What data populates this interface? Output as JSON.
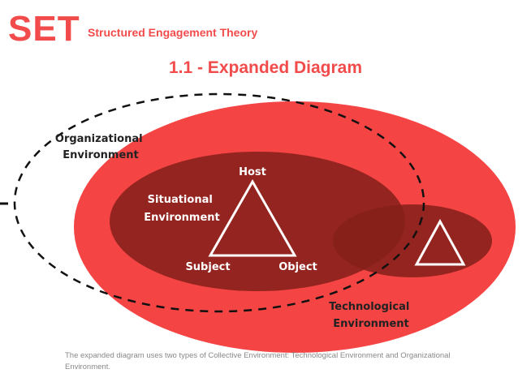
{
  "header": {
    "logo": "SET",
    "subtitle": "Structured Engagement Theory",
    "title": "1.1 - Expanded Diagram"
  },
  "diagram": {
    "labels": {
      "organizational": [
        "Organizational",
        "Environment"
      ],
      "situational": [
        "Situational",
        "Environment"
      ],
      "technological": [
        "Technological",
        "Environment"
      ],
      "host": "Host",
      "subject": "Subject",
      "object": "Object"
    }
  },
  "caption": "The expanded diagram uses two types of Collective Environment: Technological Environment and Organizational Environment.",
  "colors": {
    "accent": "#f24b4b",
    "outer_ellipse": "#f54444",
    "inner_ellipse": "#86201a",
    "dashed": "#111111",
    "label_dark": "#222222",
    "label_light": "#ffffff",
    "caption": "#888888"
  }
}
